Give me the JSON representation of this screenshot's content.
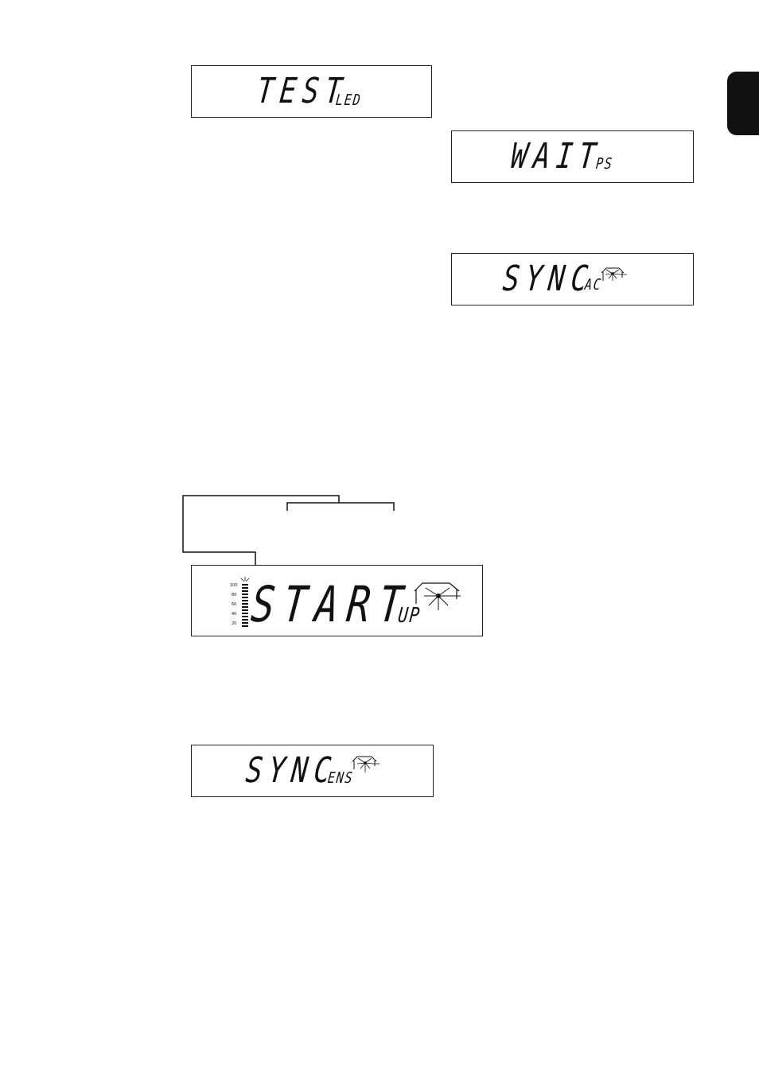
{
  "displays": {
    "test": {
      "main": "TEST",
      "sub": "LED"
    },
    "wait": {
      "main": "WAIT",
      "sub": "PS"
    },
    "sync_ac": {
      "main": "SYNC",
      "sub": "AC"
    },
    "startup": {
      "main": "START",
      "sub": "UP",
      "scale_labels": [
        "100",
        "80",
        "60",
        "40",
        "20"
      ]
    },
    "sync_ens": {
      "main": "SYNC",
      "sub": "ENS"
    }
  },
  "icons": {
    "house_sun": "house-sun-icon",
    "bar_graph": "bar-graph-icon",
    "tab": "section-tab"
  }
}
